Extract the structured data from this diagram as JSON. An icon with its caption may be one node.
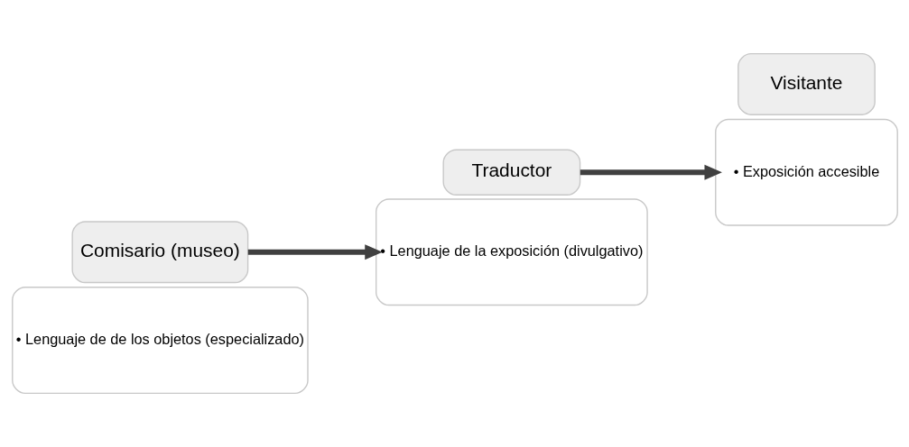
{
  "diagram": {
    "nodes": [
      {
        "text": [
          "• Lenguaje de de los objetos (especializado)"
        ]
      },
      {
        "text": [
          "Comisario (museo)"
        ]
      },
      {
        "text": [
          "• Lenguaje de la exposición (divulgativo)"
        ]
      },
      {
        "text": [
          "Traductor"
        ]
      },
      {
        "text": [
          "• Exposición accesible"
        ]
      },
      {
        "text": [
          "Visitante"
        ]
      }
    ],
    "edges": [
      {
        "from": 1,
        "to": 2,
        "arrow": "to"
      },
      {
        "from": 3,
        "to": 4,
        "arrow": "to"
      }
    ]
  }
}
